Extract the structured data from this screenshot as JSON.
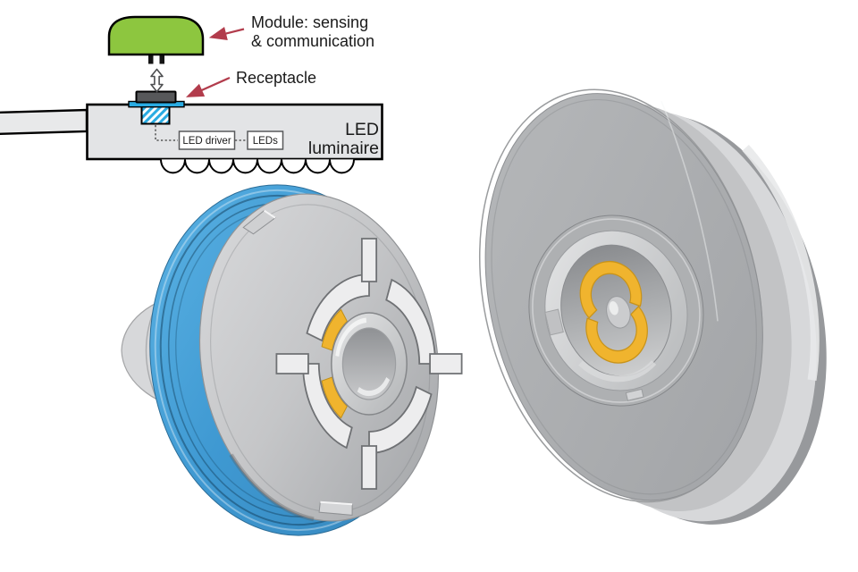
{
  "schematic": {
    "labels": {
      "module_line1": "Module: sensing",
      "module_line2": "& communication",
      "receptacle": "Receptacle",
      "led_driver": "LED driver",
      "leds": "LEDs",
      "luminaire_line1": "LED",
      "luminaire_line2": "luminaire"
    }
  },
  "colors": {
    "module_green": "#8dc63f",
    "connector_blue": "#29abe2",
    "receptacle_dark_gray": "#57585a",
    "luminaire_body_gray": "#e3e4e6",
    "arm_gray": "#e8e9ea",
    "annotation_arrow_red": "#b23c4c",
    "outline_black": "#000000",
    "render_gasket_blue": "#3f99d2",
    "render_body_gray": "#c5c6c8",
    "render_disc_gray": "#abadaf",
    "render_contact_yellow": "#f0b42e"
  },
  "icons": {
    "module_pointer": "annotation-arrow",
    "receptacle_pointer": "annotation-arrow",
    "attach_detach": "double-headed-vertical-arrow"
  }
}
